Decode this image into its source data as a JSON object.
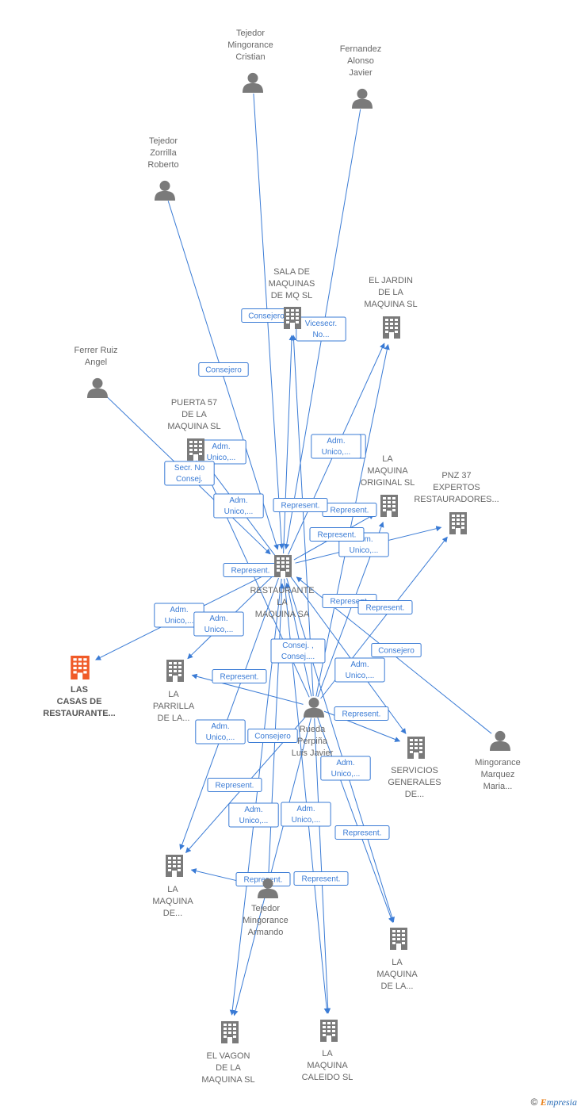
{
  "colors": {
    "edge": "#3a7bd5",
    "node": "#7a7a7a",
    "focus": "#f05a28"
  },
  "nodes": [
    {
      "id": "tejedor_cristian",
      "type": "person",
      "label": [
        "Tejedor",
        "Mingorance",
        "Cristian"
      ]
    },
    {
      "id": "fernandez",
      "type": "person",
      "label": [
        "Fernandez",
        "Alonso",
        "Javier"
      ]
    },
    {
      "id": "tejedor_roberto",
      "type": "person",
      "label": [
        "Tejedor",
        "Zorrilla",
        "Roberto"
      ]
    },
    {
      "id": "ferrer",
      "type": "person",
      "label": [
        "Ferrer Ruiz",
        "Angel"
      ]
    },
    {
      "id": "sala",
      "type": "company",
      "label": [
        "SALA DE",
        "MAQUINAS",
        "DE MQ  SL"
      ]
    },
    {
      "id": "jardin",
      "type": "company",
      "label": [
        "EL JARDIN",
        "DE LA",
        "MAQUINA  SL"
      ]
    },
    {
      "id": "puerta57",
      "type": "company",
      "label": [
        "PUERTA 57",
        "DE LA",
        "MAQUINA  SL"
      ]
    },
    {
      "id": "original",
      "type": "company",
      "label": [
        "LA",
        "MAQUINA",
        "ORIGINAL  SL"
      ]
    },
    {
      "id": "pnz37",
      "type": "company",
      "label": [
        "PNZ 37",
        "EXPERTOS",
        "RESTAURADORES..."
      ]
    },
    {
      "id": "restaurante",
      "type": "company",
      "label": [
        "RESTAURANTE",
        "LA",
        "MAQUINA SA"
      ]
    },
    {
      "id": "lascasas",
      "type": "focus",
      "label": [
        "LAS",
        "CASAS DE",
        "RESTAURANTE..."
      ]
    },
    {
      "id": "parrilla",
      "type": "company",
      "label": [
        "LA",
        "PARRILLA",
        "DE LA..."
      ]
    },
    {
      "id": "rueda",
      "type": "person",
      "label": [
        "Rueda",
        "Perpiña",
        "Luis Javier"
      ]
    },
    {
      "id": "servicios",
      "type": "company",
      "label": [
        "SERVICIOS",
        "GENERALES",
        "DE..."
      ]
    },
    {
      "id": "mingorance_maria",
      "type": "person",
      "label": [
        "Mingorance",
        "Marquez",
        "Maria..."
      ]
    },
    {
      "id": "maquina_de",
      "type": "company",
      "label": [
        "LA",
        "MAQUINA",
        "DE..."
      ]
    },
    {
      "id": "tejedor_armando",
      "type": "person",
      "label": [
        "Tejedor",
        "Mingorance",
        "Armando"
      ]
    },
    {
      "id": "maquina_dela",
      "type": "company",
      "label": [
        "LA",
        "MAQUINA",
        "DE LA..."
      ]
    },
    {
      "id": "vagon",
      "type": "company",
      "label": [
        "EL VAGON",
        "DE LA",
        "MAQUINA  SL"
      ]
    },
    {
      "id": "caleido",
      "type": "company",
      "label": [
        "LA",
        "MAQUINA",
        "CALEIDO  SL"
      ]
    }
  ],
  "edges": [
    {
      "from": "tejedor_cristian",
      "to": "restaurante",
      "label": "Adm.\nUnico,..."
    },
    {
      "from": "fernandez",
      "to": "restaurante",
      "label": "Adm.\nUnico,..."
    },
    {
      "from": "tejedor_roberto",
      "to": "restaurante",
      "label": "Consejero"
    },
    {
      "from": "ferrer",
      "to": "restaurante",
      "label": "Secr.  No\nConsej."
    },
    {
      "from": "restaurante",
      "to": "sala",
      "label": "Consejero"
    },
    {
      "from": "restaurante",
      "to": "jardin",
      "label": "Adm.\nUnico,..."
    },
    {
      "from": "restaurante",
      "to": "puerta57",
      "label": "Adm.\nUnico,..."
    },
    {
      "from": "restaurante",
      "to": "original",
      "label": "Represent."
    },
    {
      "from": "restaurante",
      "to": "pnz37",
      "label": "Adm.\nUnico,..."
    },
    {
      "from": "restaurante",
      "to": "lascasas",
      "label": "Adm.\nUnico,..."
    },
    {
      "from": "restaurante",
      "to": "parrilla",
      "label": "Adm.\nUnico,..."
    },
    {
      "from": "restaurante",
      "to": "servicios",
      "label": "Represent."
    },
    {
      "from": "restaurante",
      "to": "maquina_de",
      "label": "Adm.\nUnico,..."
    },
    {
      "from": "restaurante",
      "to": "vagon",
      "label": "Consej. ,\nConsej...."
    },
    {
      "from": "restaurante",
      "to": "caleido",
      "label": "Adm.\nUnico,..."
    },
    {
      "from": "restaurante",
      "to": "maquina_dela",
      "label": "Adm.\nUnico,..."
    },
    {
      "from": "rueda",
      "to": "sala",
      "label": "Vicesecr.\nNo..."
    },
    {
      "from": "rueda",
      "to": "jardin",
      "label": "Represent."
    },
    {
      "from": "rueda",
      "to": "original",
      "label": "Adm.\nUnico,..."
    },
    {
      "from": "rueda",
      "to": "pnz37",
      "label": "Consejero"
    },
    {
      "from": "rueda",
      "to": "restaurante",
      "label": "Represent."
    },
    {
      "from": "rueda",
      "to": "parrilla",
      "label": "Represent."
    },
    {
      "from": "rueda",
      "to": "puerta57",
      "label": "Represent."
    },
    {
      "from": "rueda",
      "to": "servicios",
      "label": "Represent."
    },
    {
      "from": "rueda",
      "to": "maquina_dela",
      "label": "Represent."
    },
    {
      "from": "rueda",
      "to": "maquina_de",
      "label": "Consejero"
    },
    {
      "from": "rueda",
      "to": "vagon",
      "label": "Represent."
    },
    {
      "from": "rueda",
      "to": "caleido",
      "label": "Represent."
    },
    {
      "from": "tejedor_armando",
      "to": "restaurante",
      "label": "Adm.\nUnico,..."
    },
    {
      "from": "tejedor_armando",
      "to": "maquina_de",
      "label": "Represent."
    },
    {
      "from": "mingorance_maria",
      "to": "restaurante",
      "label": "Represent."
    }
  ],
  "footer": {
    "copyright": "©",
    "brand_first": "E",
    "brand_rest": "mpresia"
  }
}
